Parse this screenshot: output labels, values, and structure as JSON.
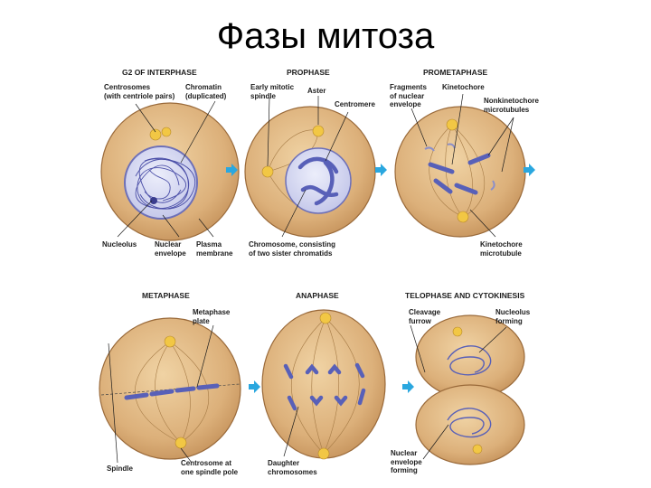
{
  "title": "Фазы митоза",
  "colors": {
    "cell_fill": "#dcb07a",
    "cell_edge": "#9a6a3a",
    "nucleus_fill": "#cdd0ef",
    "chromatin": "#4b4fa8",
    "chromosome": "#5860b8",
    "centrosome": "#f2c744",
    "arrow": "#2aa7df"
  },
  "panels": {
    "interphase": {
      "title": "G2 OF INTERPHASE",
      "labels": {
        "centrosomes": "Centrosomes\n(with centriole pairs)",
        "chromatin": "Chromatin\n(duplicated)",
        "nucleolus": "Nucleolus",
        "nuclear_envelope": "Nuclear\nenvelope",
        "plasma_membrane": "Plasma\nmembrane"
      }
    },
    "prophase": {
      "title": "PROPHASE",
      "labels": {
        "early_spindle": "Early mitotic\nspindle",
        "aster": "Aster",
        "centromere": "Centromere",
        "chromosome": "Chromosome, consisting\nof two sister chromatids"
      }
    },
    "prometaphase": {
      "title": "PROMETAPHASE",
      "labels": {
        "fragments": "Fragments\nof nuclear\nenvelope",
        "kinetochore": "Kinetochore",
        "nonkinetochore": "Nonkinetochore\nmicrotubules",
        "kinetochore_mt": "Kinetochore\nmicrotubule"
      }
    },
    "metaphase": {
      "title": "METAPHASE",
      "labels": {
        "plate": "Metaphase\nplate",
        "spindle": "Spindle",
        "centrosome_pole": "Centrosome at\none spindle pole"
      }
    },
    "anaphase": {
      "title": "ANAPHASE",
      "labels": {
        "daughter": "Daughter\nchromosomes"
      }
    },
    "telophase": {
      "title": "TELOPHASE AND CYTOKINESIS",
      "labels": {
        "cleavage": "Cleavage\nfurrow",
        "nucleolus_forming": "Nucleolus\nforming",
        "envelope_forming": "Nuclear\nenvelope\nforming"
      }
    }
  }
}
